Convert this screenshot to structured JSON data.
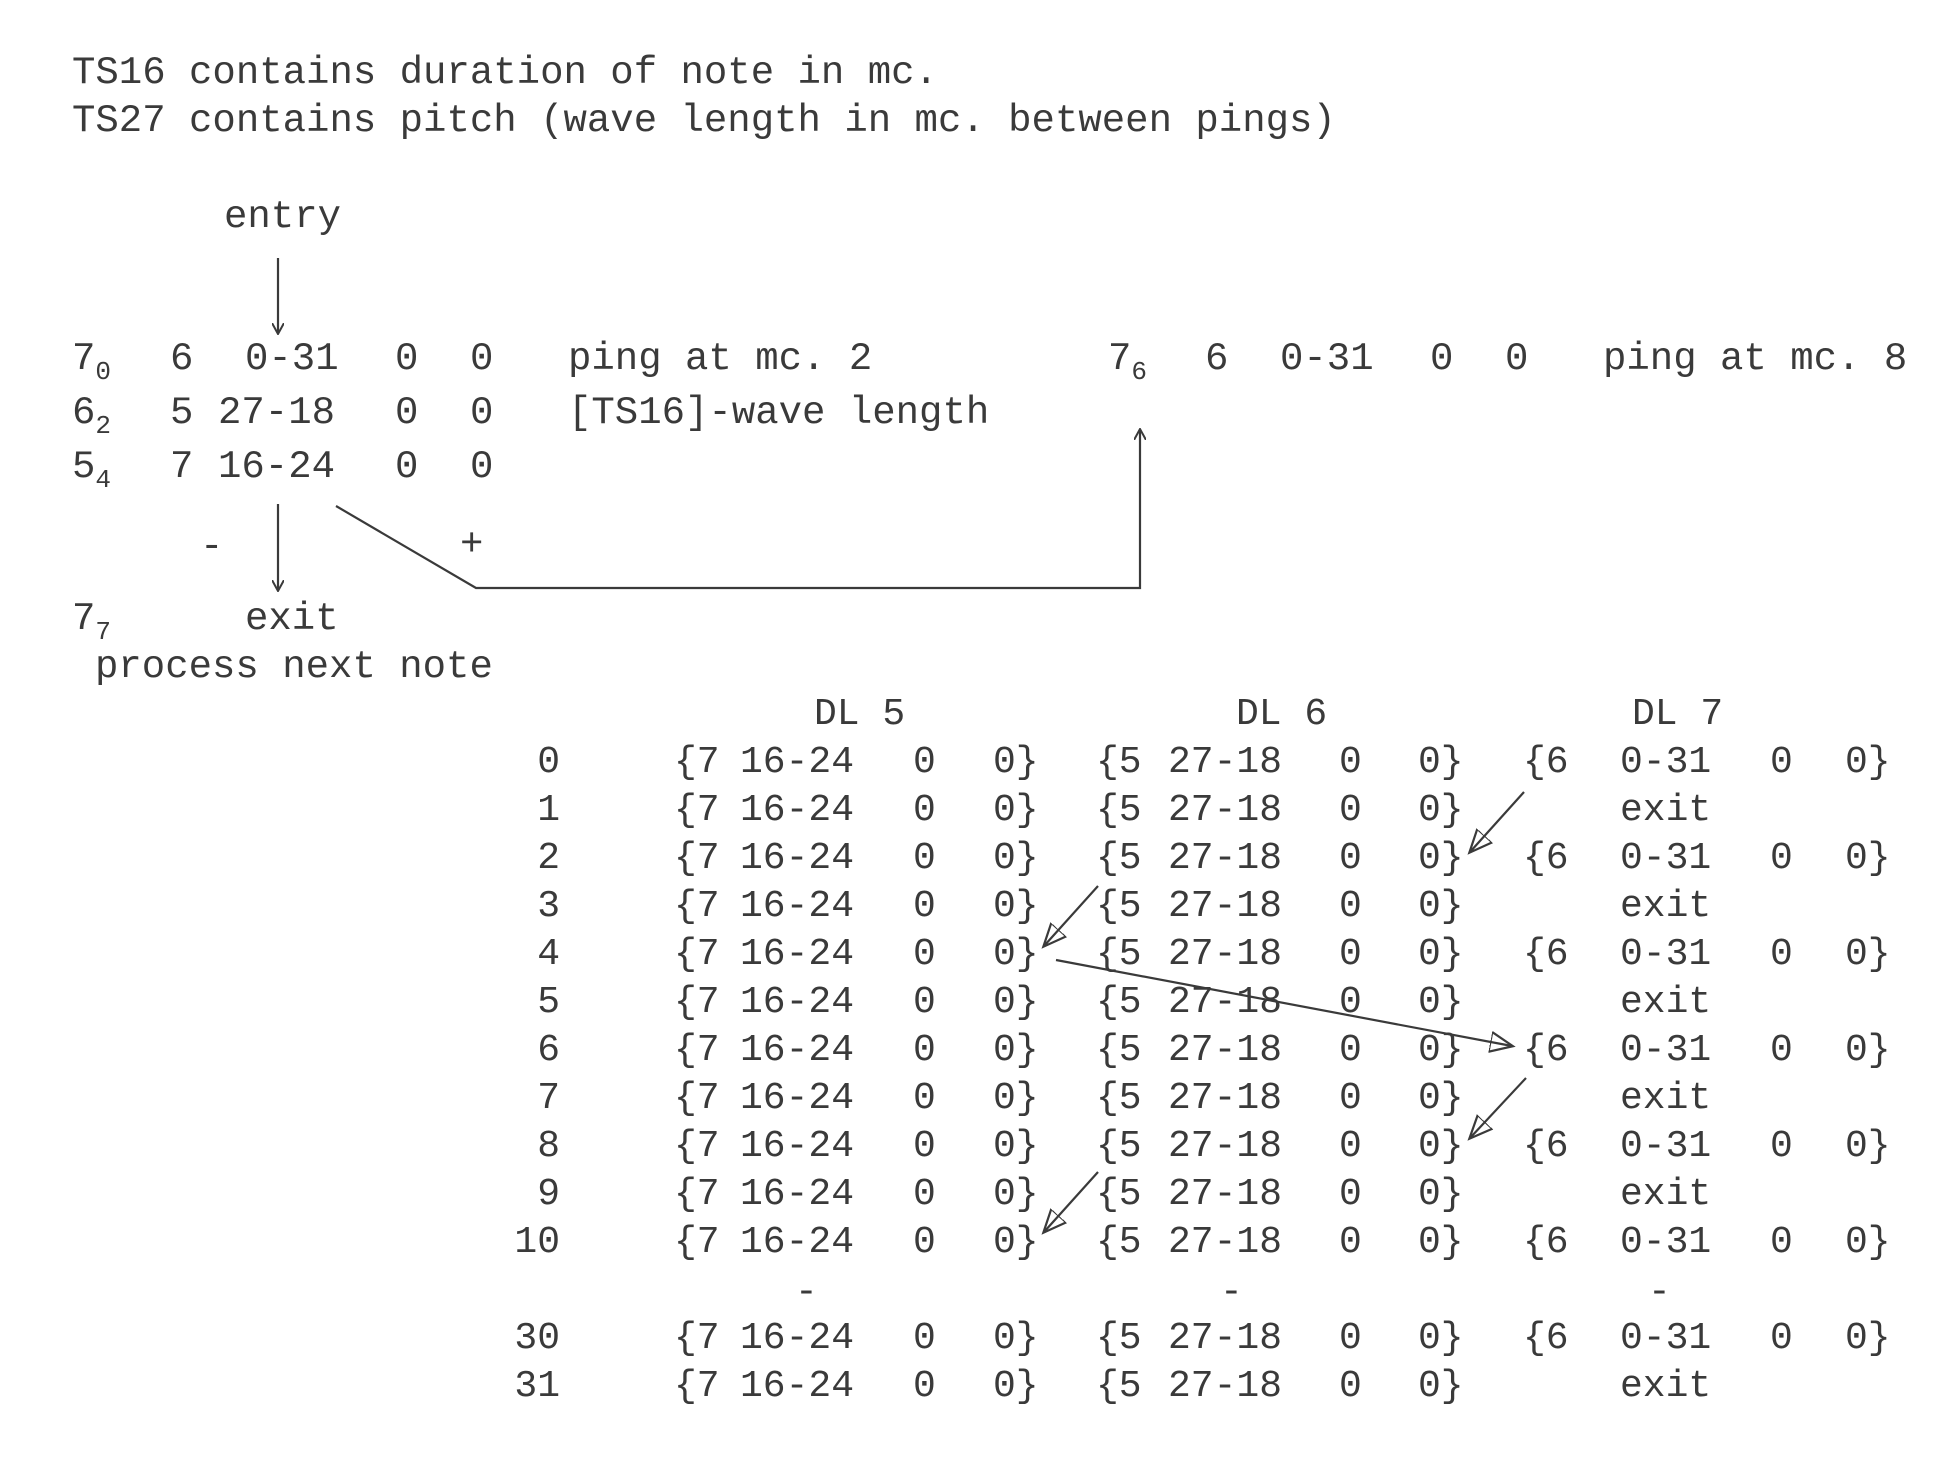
{
  "header": {
    "line1": "TS16 contains duration of note in mc.",
    "line2": "TS27 contains pitch (wave length in mc. between pings)"
  },
  "flow": {
    "entry": "entry",
    "row1": {
      "addr": "7",
      "sub": "0",
      "a": "6",
      "b": "0-31",
      "c": "0",
      "d": "0",
      "note": "ping at mc. 2"
    },
    "row2": {
      "addr": "6",
      "sub": "2",
      "a": "5",
      "b": "27-18",
      "c": "0",
      "d": "0",
      "note": "[TS16]-wave length"
    },
    "row3": {
      "addr": "5",
      "sub": "4",
      "a": "7",
      "b": "16-24",
      "c": "0",
      "d": "0"
    },
    "minus": "-",
    "plus": "+",
    "exit_row": {
      "addr": "7",
      "sub": "7",
      "label": "exit"
    },
    "process": "process next note",
    "right": {
      "addr": "7",
      "sub": "6",
      "a": "6",
      "b": "0-31",
      "c": "0",
      "d": "0",
      "note": "ping at mc. 8"
    }
  },
  "table": {
    "headers": [
      "DL 5",
      "DL 6",
      "DL 7"
    ],
    "rows": [
      {
        "idx": "0",
        "dl5": [
          "{7",
          "16-24",
          "0",
          "0}"
        ],
        "dl6": [
          "{5",
          "27-18",
          "0",
          "0}"
        ],
        "dl7": [
          "{6",
          "0-31",
          "0",
          "0}"
        ]
      },
      {
        "idx": "1",
        "dl5": [
          "{7",
          "16-24",
          "0",
          "0}"
        ],
        "dl6": [
          "{5",
          "27-18",
          "0",
          "0}"
        ],
        "dl7": "exit"
      },
      {
        "idx": "2",
        "dl5": [
          "{7",
          "16-24",
          "0",
          "0}"
        ],
        "dl6": [
          "{5",
          "27-18",
          "0",
          "0}"
        ],
        "dl7": [
          "{6",
          "0-31",
          "0",
          "0}"
        ]
      },
      {
        "idx": "3",
        "dl5": [
          "{7",
          "16-24",
          "0",
          "0}"
        ],
        "dl6": [
          "{5",
          "27-18",
          "0",
          "0}"
        ],
        "dl7": "exit"
      },
      {
        "idx": "4",
        "dl5": [
          "{7",
          "16-24",
          "0",
          "0}"
        ],
        "dl6": [
          "{5",
          "27-18",
          "0",
          "0}"
        ],
        "dl7": [
          "{6",
          "0-31",
          "0",
          "0}"
        ]
      },
      {
        "idx": "5",
        "dl5": [
          "{7",
          "16-24",
          "0",
          "0}"
        ],
        "dl6": [
          "{5",
          "27-18",
          "0",
          "0}"
        ],
        "dl7": "exit"
      },
      {
        "idx": "6",
        "dl5": [
          "{7",
          "16-24",
          "0",
          "0}"
        ],
        "dl6": [
          "{5",
          "27-18",
          "0",
          "0}"
        ],
        "dl7": [
          "{6",
          "0-31",
          "0",
          "0}"
        ]
      },
      {
        "idx": "7",
        "dl5": [
          "{7",
          "16-24",
          "0",
          "0}"
        ],
        "dl6": [
          "{5",
          "27-18",
          "0",
          "0}"
        ],
        "dl7": "exit"
      },
      {
        "idx": "8",
        "dl5": [
          "{7",
          "16-24",
          "0",
          "0}"
        ],
        "dl6": [
          "{5",
          "27-18",
          "0",
          "0}"
        ],
        "dl7": [
          "{6",
          "0-31",
          "0",
          "0}"
        ]
      },
      {
        "idx": "9",
        "dl5": [
          "{7",
          "16-24",
          "0",
          "0}"
        ],
        "dl6": [
          "{5",
          "27-18",
          "0",
          "0}"
        ],
        "dl7": "exit"
      },
      {
        "idx": "10",
        "dl5": [
          "{7",
          "16-24",
          "0",
          "0}"
        ],
        "dl6": [
          "{5",
          "27-18",
          "0",
          "0}"
        ],
        "dl7": [
          "{6",
          "0-31",
          "0",
          "0}"
        ]
      },
      {
        "idx": "",
        "dl5": "-",
        "dl6": "-",
        "dl7": "-"
      },
      {
        "idx": "30",
        "dl5": [
          "{7",
          "16-24",
          "0",
          "0}"
        ],
        "dl6": [
          "{5",
          "27-18",
          "0",
          "0}"
        ],
        "dl7": [
          "{6",
          "0-31",
          "0",
          "0}"
        ]
      },
      {
        "idx": "31",
        "dl5": [
          "{7",
          "16-24",
          "0",
          "0}"
        ],
        "dl6": [
          "{5",
          "27-18",
          "0",
          "0}"
        ],
        "dl7": "exit"
      }
    ]
  }
}
